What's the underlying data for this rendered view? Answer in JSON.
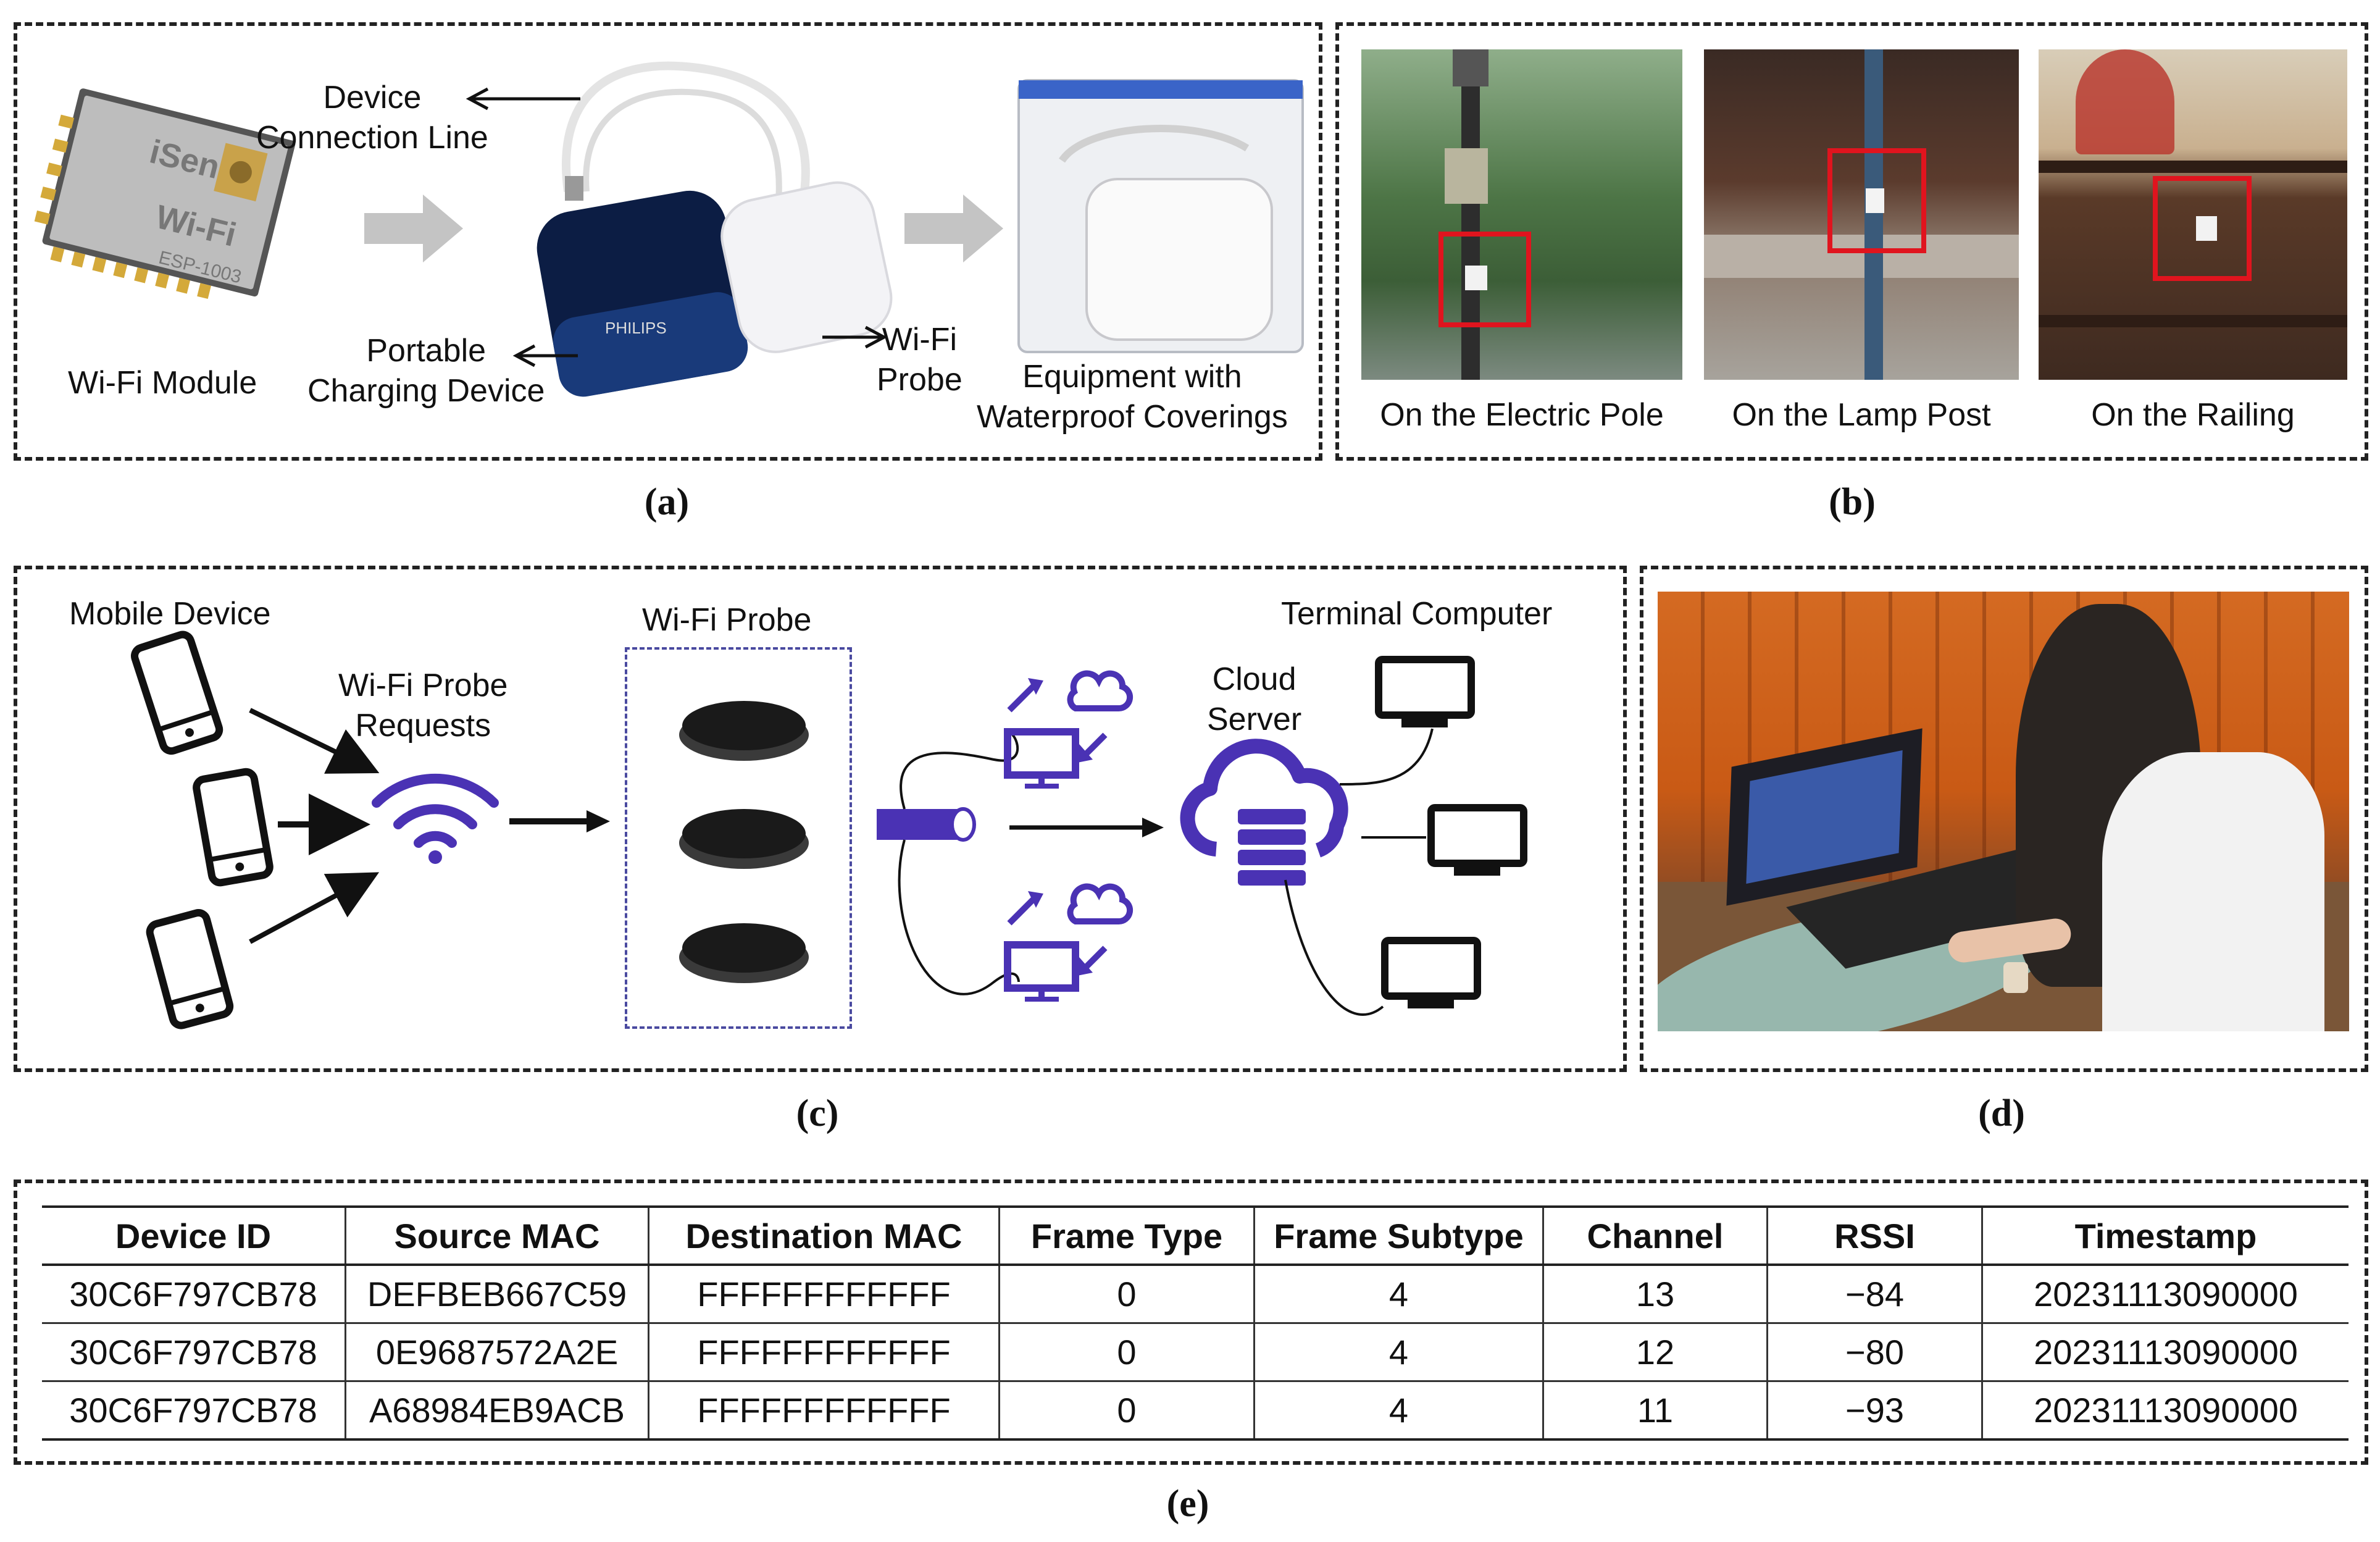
{
  "panel_a": {
    "caption": "(a)",
    "wifi_module": "Wi-Fi Module",
    "module_brand": "iSen",
    "module_model": "ESP-1003",
    "module_wifi": "Wi-Fi",
    "connection_line": [
      "Device",
      "Connection Line"
    ],
    "charging_device": [
      "Portable",
      "Charging Device"
    ],
    "charger_brand": "PHILIPS",
    "wifi_probe": [
      "Wi-Fi",
      "Probe"
    ],
    "equipment": [
      "Equipment with",
      "Waterproof Coverings"
    ]
  },
  "panel_b": {
    "caption": "(b)",
    "photos": [
      "On the Electric Pole",
      "On the Lamp Post",
      "On the Railing"
    ]
  },
  "panel_c": {
    "caption": "(c)",
    "mobile_device": "Mobile Device",
    "probe_requests": [
      "Wi-Fi Probe",
      "Requests"
    ],
    "wifi_probe": "Wi-Fi Probe",
    "cloud_server": [
      "Cloud",
      "Server"
    ],
    "terminal_computer": "Terminal Computer"
  },
  "panel_d": {
    "caption": "(d)"
  },
  "panel_e": {
    "caption": "(e)",
    "columns": [
      "Device ID",
      "Source MAC",
      "Destination MAC",
      "Frame Type",
      "Frame Subtype",
      "Channel",
      "RSSI",
      "Timestamp"
    ],
    "rows": [
      [
        "30C6F797CB78",
        "DEFBEB667C59",
        "FFFFFFFFFFFF",
        "0",
        "4",
        "13",
        "−84",
        "20231113090000"
      ],
      [
        "30C6F797CB78",
        "0E9687572A2E",
        "FFFFFFFFFFFF",
        "0",
        "4",
        "12",
        "−80",
        "20231113090000"
      ],
      [
        "30C6F797CB78",
        "A68984EB9ACB",
        "FFFFFFFFFFFF",
        "0",
        "4",
        "11",
        "−93",
        "20231113090000"
      ]
    ]
  },
  "colors": {
    "accent": "#4a32b4",
    "highlight": "#e0141e",
    "border": "#222222"
  }
}
